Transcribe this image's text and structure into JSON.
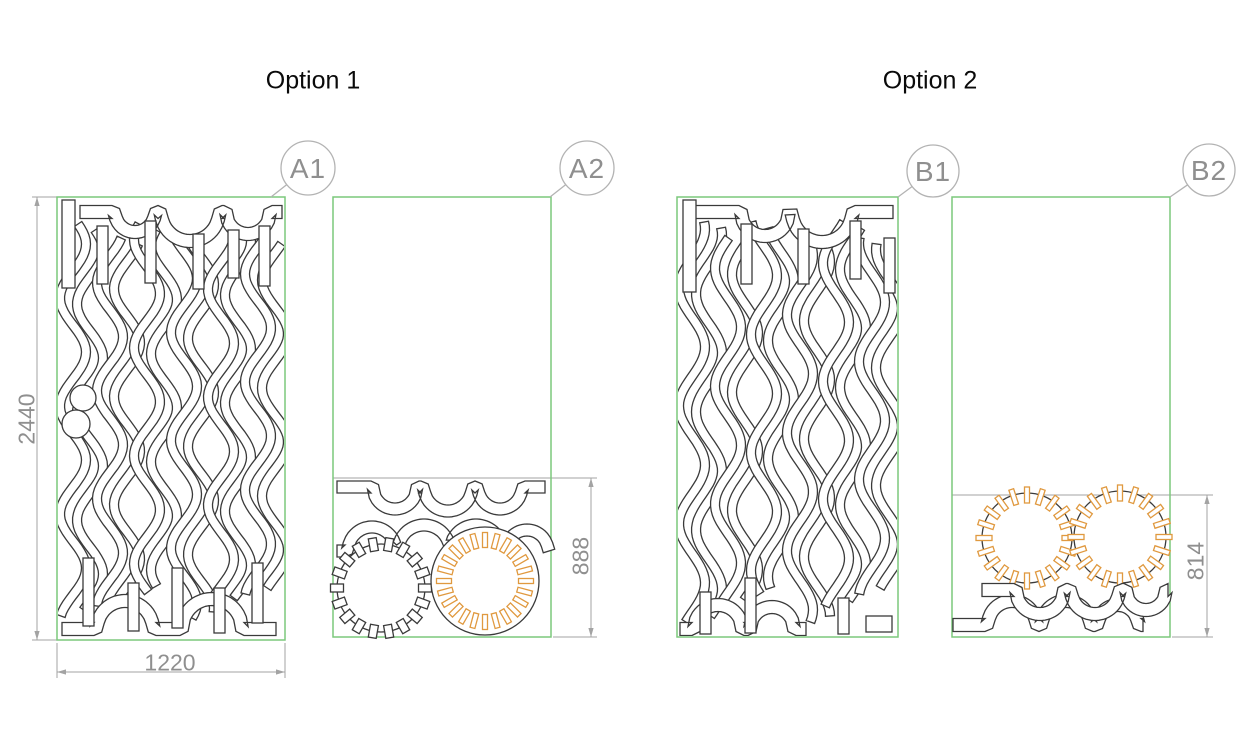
{
  "titles": {
    "option1": "Option 1",
    "option2": "Option 2"
  },
  "sheet_labels": {
    "a1": "A1",
    "a2": "A2",
    "b1": "B1",
    "b2": "B2"
  },
  "dimensions": {
    "sheet_height": "2440",
    "sheet_width": "1220",
    "option1_used_height": "888",
    "option2_used_height": "814"
  },
  "colors": {
    "background": "#ffffff",
    "sheet_outline": "#7cc87c",
    "pattern_line": "#3a3a3a",
    "slot_accent": "#e0993f",
    "dimension_line": "#a3a3a3",
    "dimension_text": "#8f8f8f",
    "label_text": "#8f8f8f",
    "label_circle": "#b3b3b3"
  }
}
